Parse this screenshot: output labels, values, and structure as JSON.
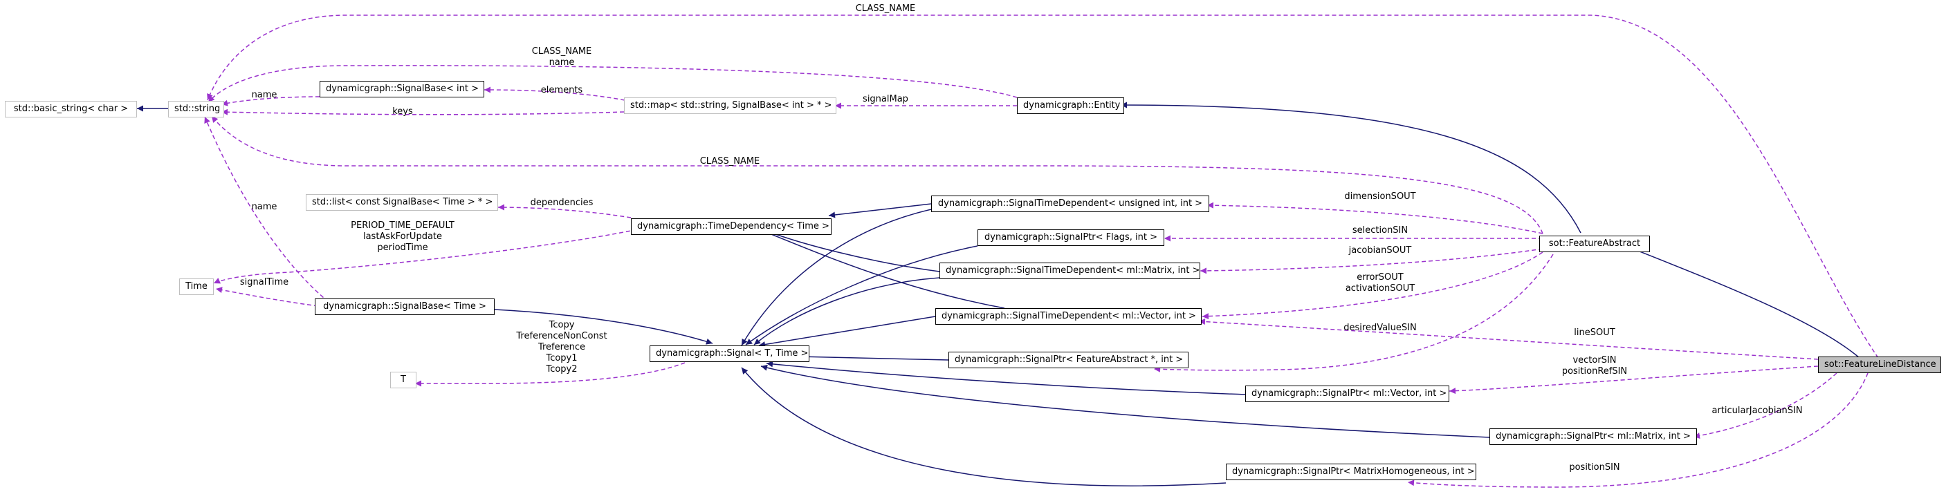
{
  "colors": {
    "inheritance": "#191970",
    "usage": "#9a32cd",
    "box_border": "#000000",
    "external_border": "#bfbfbf",
    "focus_fill": "#bfbfbf"
  },
  "nodes": {
    "basic_string": "std::basic_string< char >",
    "string": "std::string",
    "signalbase_int": "dynamicgraph::SignalBase< int >",
    "map": "std::map< std::string, SignalBase< int > * >",
    "entity": "dynamicgraph::Entity",
    "list": "std::list< const SignalBase< Time > * >",
    "timedep": "dynamicgraph::TimeDependency< Time >",
    "std_uint": "dynamicgraph::SignalTimeDependent< unsigned int, int >",
    "ptr_flags": "dynamicgraph::SignalPtr< Flags, int >",
    "std_matrix": "dynamicgraph::SignalTimeDependent< ml::Matrix, int >",
    "std_vector": "dynamicgraph::SignalTimeDependent< ml::Vector, int >",
    "time": "Time",
    "signalbase_time": "dynamicgraph::SignalBase< Time >",
    "t": "T",
    "signal": "dynamicgraph::Signal< T, Time >",
    "ptr_feature": "dynamicgraph::SignalPtr< FeatureAbstract *, int >",
    "ptr_vector": "dynamicgraph::SignalPtr< ml::Vector, int >",
    "ptr_matrix": "dynamicgraph::SignalPtr< ml::Matrix, int >",
    "ptr_mh": "dynamicgraph::SignalPtr< MatrixHomogeneous, int >",
    "feature_abstract": "sot::FeatureAbstract",
    "feature_line": "sot::FeatureLineDistance"
  },
  "labels": {
    "class_name_top": "CLASS_NAME",
    "class_name_name": "CLASS_NAME\nname",
    "name_sb_int": "name",
    "elements": "elements",
    "keys": "keys",
    "signal_map": "signalMap",
    "class_name_mid": "CLASS_NAME",
    "name_sb_time": "name",
    "dependencies": "dependencies",
    "period": "PERIOD_TIME_DEFAULT\nlastAskForUpdate\nperiodTime",
    "signal_time": "signalTime",
    "tcopy": "Tcopy\nTreferenceNonConst\nTreference\nTcopy1\nTcopy2",
    "dimension_sout": "dimensionSOUT",
    "selection_sin": "selectionSIN",
    "jacobian_sout": "jacobianSOUT",
    "error_sout": "errorSOUT\nactivationSOUT",
    "desired_value_sin": "desiredValueSIN",
    "line_sout": "lineSOUT",
    "vector_sin": "vectorSIN\npositionRefSIN",
    "articular_jacobian_sin": "articularJacobianSIN",
    "position_sin": "positionSIN"
  }
}
